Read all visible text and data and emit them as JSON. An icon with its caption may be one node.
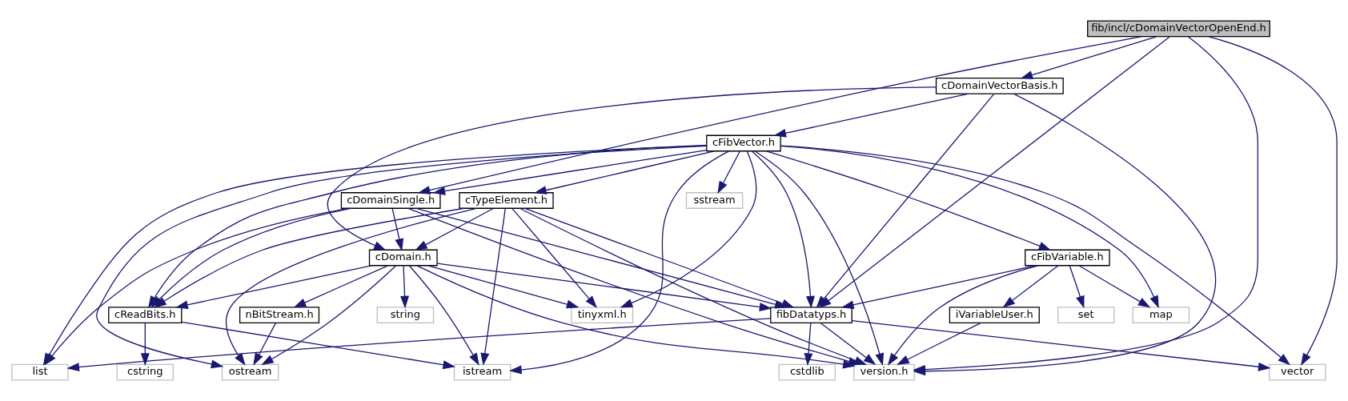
{
  "diagram": {
    "nodes": [
      {
        "text": [
          "fib/incl/cDomainVectorOpenEnd.h"
        ]
      },
      {
        "text": [
          "cDomainVectorBasis.h"
        ]
      },
      {
        "text": [
          "cFibVector.h"
        ]
      },
      {
        "text": [
          "sstream"
        ]
      },
      {
        "text": [
          "cTypeElement.h"
        ]
      },
      {
        "text": [
          "cDomainSingle.h"
        ]
      },
      {
        "text": [
          "cDomain.h"
        ]
      },
      {
        "text": [
          "cFibVariable.h"
        ]
      },
      {
        "text": [
          "tinyxml.h"
        ]
      },
      {
        "text": [
          "nBitStream.h"
        ]
      },
      {
        "text": [
          "string"
        ]
      },
      {
        "text": [
          "cReadBits.h"
        ]
      },
      {
        "text": [
          "fibDatatyps.h"
        ]
      },
      {
        "text": [
          "set"
        ]
      },
      {
        "text": [
          "iVariableUser.h"
        ]
      },
      {
        "text": [
          "map"
        ]
      },
      {
        "text": [
          "vector"
        ]
      },
      {
        "text": [
          "ostream"
        ]
      },
      {
        "text": [
          "istream"
        ]
      },
      {
        "text": [
          "cstring"
        ]
      },
      {
        "text": [
          "cstdlib"
        ]
      },
      {
        "text": [
          "list"
        ]
      },
      {
        "text": [
          "version.h"
        ]
      }
    ],
    "edges": [
      {
        "from": 0,
        "to": 16,
        "arrow": "to"
      },
      {
        "from": 0,
        "to": 1,
        "arrow": "to"
      },
      {
        "from": 0,
        "to": 5,
        "arrow": "to"
      },
      {
        "from": 0,
        "to": 12,
        "arrow": "to"
      },
      {
        "from": 0,
        "to": 22,
        "arrow": "to"
      },
      {
        "from": 1,
        "to": 2,
        "arrow": "to"
      },
      {
        "from": 1,
        "to": 6,
        "arrow": "to"
      },
      {
        "from": 1,
        "to": 12,
        "arrow": "to"
      },
      {
        "from": 1,
        "to": 22,
        "arrow": "to"
      },
      {
        "from": 2,
        "to": 3,
        "arrow": "to"
      },
      {
        "from": 2,
        "to": 4,
        "arrow": "to"
      },
      {
        "from": 2,
        "to": 5,
        "arrow": "to"
      },
      {
        "from": 2,
        "to": 7,
        "arrow": "to"
      },
      {
        "from": 2,
        "to": 8,
        "arrow": "to"
      },
      {
        "from": 2,
        "to": 16,
        "arrow": "to"
      },
      {
        "from": 2,
        "to": 17,
        "arrow": "to"
      },
      {
        "from": 2,
        "to": 18,
        "arrow": "to"
      },
      {
        "from": 2,
        "to": 11,
        "arrow": "to"
      },
      {
        "from": 2,
        "to": 21,
        "arrow": "to"
      },
      {
        "from": 2,
        "to": 12,
        "arrow": "to"
      },
      {
        "from": 2,
        "to": 15,
        "arrow": "to"
      },
      {
        "from": 2,
        "to": 22,
        "arrow": "to"
      },
      {
        "from": 5,
        "to": 6,
        "arrow": "to"
      },
      {
        "from": 5,
        "to": 11,
        "arrow": "to"
      },
      {
        "from": 5,
        "to": 12,
        "arrow": "to"
      },
      {
        "from": 5,
        "to": 21,
        "arrow": "to"
      },
      {
        "from": 5,
        "to": 22,
        "arrow": "to"
      },
      {
        "from": 4,
        "to": 6,
        "arrow": "to"
      },
      {
        "from": 4,
        "to": 8,
        "arrow": "to"
      },
      {
        "from": 4,
        "to": 17,
        "arrow": "to"
      },
      {
        "from": 4,
        "to": 18,
        "arrow": "to"
      },
      {
        "from": 4,
        "to": 11,
        "arrow": "to"
      },
      {
        "from": 4,
        "to": 12,
        "arrow": "to"
      },
      {
        "from": 4,
        "to": 22,
        "arrow": "to"
      },
      {
        "from": 6,
        "to": 8,
        "arrow": "to"
      },
      {
        "from": 6,
        "to": 17,
        "arrow": "to"
      },
      {
        "from": 6,
        "to": 9,
        "arrow": "to"
      },
      {
        "from": 6,
        "to": 10,
        "arrow": "to"
      },
      {
        "from": 6,
        "to": 18,
        "arrow": "to"
      },
      {
        "from": 6,
        "to": 11,
        "arrow": "to"
      },
      {
        "from": 6,
        "to": 12,
        "arrow": "to"
      },
      {
        "from": 6,
        "to": 22,
        "arrow": "to"
      },
      {
        "from": 7,
        "to": 12,
        "arrow": "to"
      },
      {
        "from": 7,
        "to": 13,
        "arrow": "to"
      },
      {
        "from": 7,
        "to": 14,
        "arrow": "to"
      },
      {
        "from": 7,
        "to": 15,
        "arrow": "to"
      },
      {
        "from": 7,
        "to": 22,
        "arrow": "to"
      },
      {
        "from": 9,
        "to": 17,
        "arrow": "to"
      },
      {
        "from": 11,
        "to": 18,
        "arrow": "to"
      },
      {
        "from": 11,
        "to": 19,
        "arrow": "to"
      },
      {
        "from": 12,
        "to": 16,
        "arrow": "to"
      },
      {
        "from": 12,
        "to": 20,
        "arrow": "to"
      },
      {
        "from": 12,
        "to": 21,
        "arrow": "to"
      },
      {
        "from": 12,
        "to": 22,
        "arrow": "to"
      },
      {
        "from": 14,
        "to": 22,
        "arrow": "to"
      }
    ]
  }
}
